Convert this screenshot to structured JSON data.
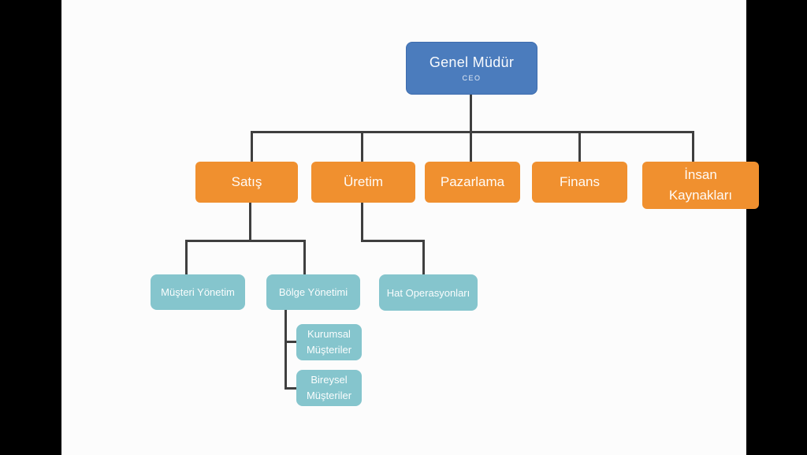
{
  "org": {
    "root": {
      "label": "Genel Müdür",
      "sublabel": "CEO"
    },
    "level2": [
      {
        "label": "Satış"
      },
      {
        "label": "Üretim"
      },
      {
        "label": "Pazarlama"
      },
      {
        "label": "Finans"
      },
      {
        "label": "İnsan Kaynakları"
      }
    ],
    "level3": [
      {
        "label": "Müşteri Yönetim",
        "parent": "Satış"
      },
      {
        "label": "Bölge Yönetimi",
        "parent": "Satış"
      },
      {
        "label": "Hat Operasyonları",
        "parent": "Üretim"
      }
    ],
    "level4": [
      {
        "label": "Kurumsal Müşteriler",
        "parent": "Bölge Yönetimi"
      },
      {
        "label": "Bireysel Müşteriler",
        "parent": "Bölge Yönetimi"
      }
    ],
    "colors": {
      "root_fill": "#4b7cbd",
      "level2_fill": "#f0902f",
      "level3_fill": "#85c5cd",
      "connector": "#3f3f3f",
      "text": "#ffffff",
      "canvas": "#fcfcfc",
      "letterbox": "#000000"
    }
  }
}
